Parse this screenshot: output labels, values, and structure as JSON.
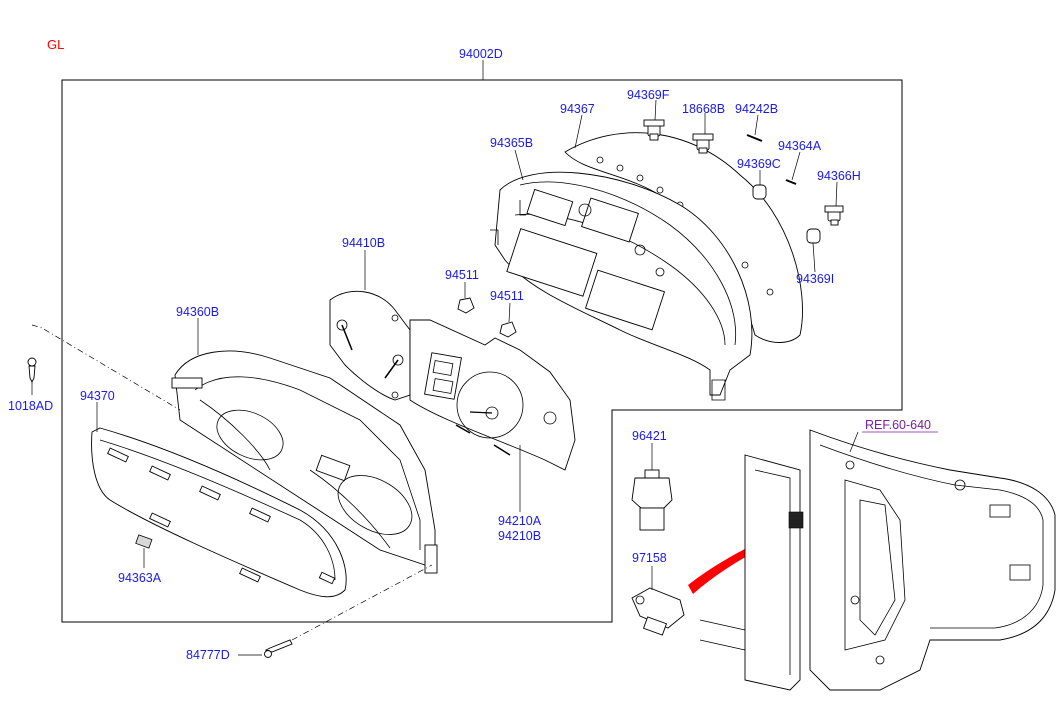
{
  "variant_label": "GL",
  "assembly_label": "94002D",
  "reference_label": "REF.60-640",
  "part_labels": {
    "p94367": "94367",
    "p94369F": "94369F",
    "p18668B": "18668B",
    "p94242B": "94242B",
    "p94365B": "94365B",
    "p94364A": "94364A",
    "p94369C": "94369C",
    "p94366H": "94366H",
    "p94410B": "94410B",
    "p94511a": "94511",
    "p94511b": "94511",
    "p94369I": "94369I",
    "p94360B": "94360B",
    "p1018AD": "1018AD",
    "p94370": "94370",
    "p96421": "96421",
    "p94210A": "94210A",
    "p94210B": "94210B",
    "p97158": "97158",
    "p94363A": "94363A",
    "p84777D": "84777D"
  },
  "colors": {
    "label": "#1a1ae6",
    "variant": "#ff0000",
    "reference": "#7a1fa2",
    "pointer_arrow": "#ff0000"
  }
}
